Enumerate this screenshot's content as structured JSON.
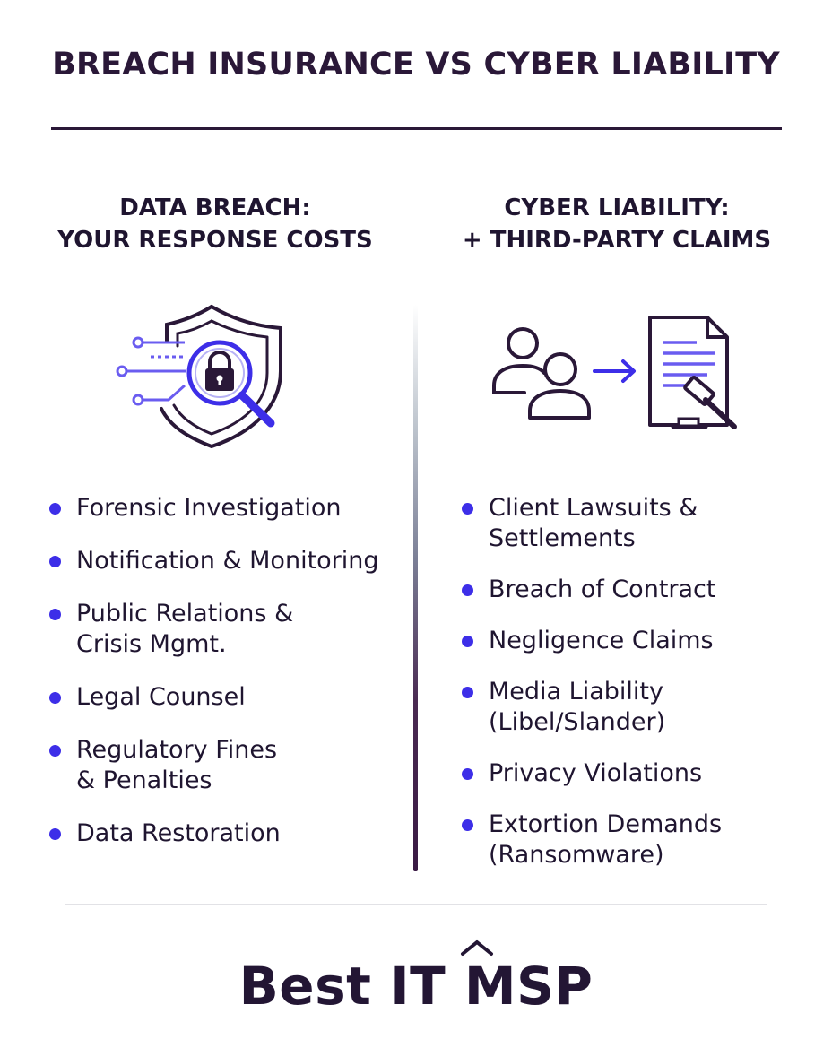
{
  "title": "BREACH INSURANCE VS CYBER LIABILITY",
  "left_column": {
    "heading_line1": "DATA BREACH:",
    "heading_line2": "YOUR RESPONSE COSTS",
    "icon": "shield-lock-magnifier-icon",
    "items": [
      "Forensic Investigation",
      "Notification & Monitoring",
      "Public Relations &\nCrisis Mgmt.",
      "Legal Counsel",
      "Regulatory Fines\n& Penalties",
      "Data Restoration"
    ]
  },
  "right_column": {
    "heading_line1": "CYBER LIABILITY:",
    "heading_line2": "+ THIRD-PARTY CLAIMS",
    "icon": "people-to-legal-document-icon",
    "items": [
      "Client Lawsuits &\nSettlements",
      "Breach of Contract",
      "Negligence Claims",
      "Media Liability\n(Libel/Slander)",
      "Privacy Violations",
      "Extortion Demands\n(Ransomware)"
    ]
  },
  "footer": {
    "logo_text": "Best IT MSP"
  },
  "colors": {
    "text_dark": "#1f1530",
    "accent": "#3d2ee8",
    "accent_light": "#6a5cf0"
  }
}
